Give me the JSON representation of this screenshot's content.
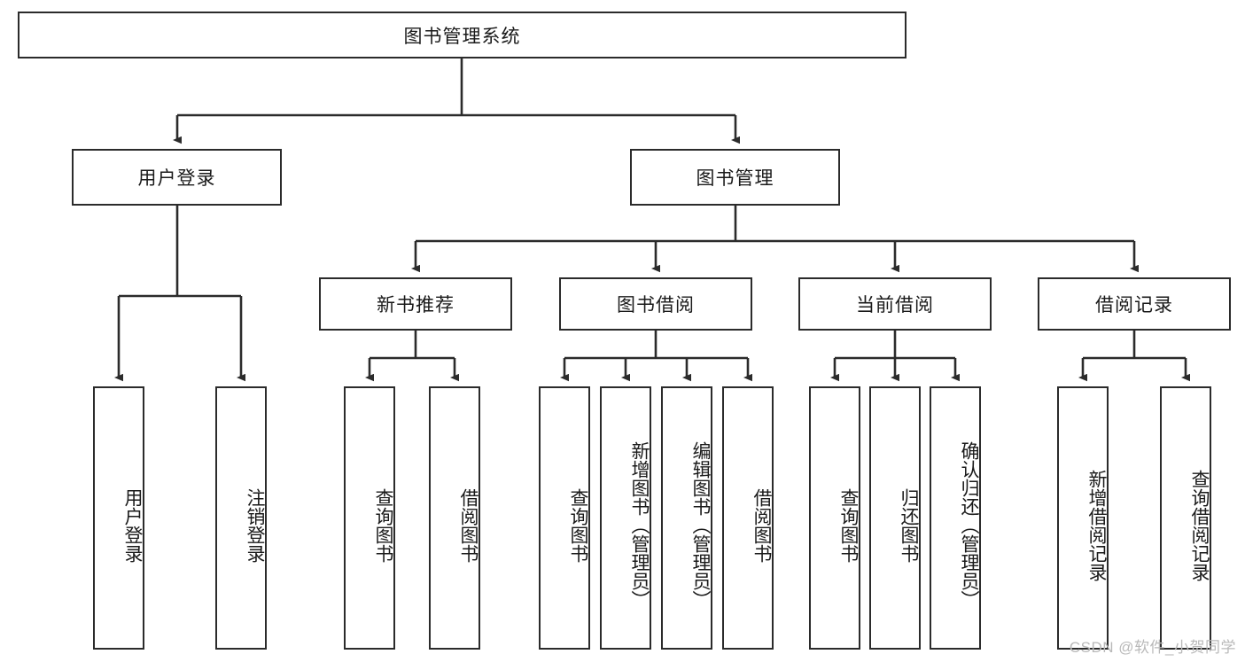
{
  "diagram": {
    "type": "tree-hierarchy",
    "title": "图书管理系统",
    "watermark": "CSDN @软件_小贺同学",
    "colors": {
      "box_border": "#2b2b2b",
      "box_fill": "#ffffff",
      "connector": "#2b2b2b",
      "text": "#1a1a1a",
      "watermark": "#b9b9b9"
    },
    "root": {
      "label": "图书管理系统"
    },
    "level1": [
      {
        "label": "用户登录"
      },
      {
        "label": "图书管理"
      }
    ],
    "level2": [
      {
        "label": "新书推荐"
      },
      {
        "label": "图书借阅"
      },
      {
        "label": "当前借阅"
      },
      {
        "label": "借阅记录"
      }
    ],
    "leaves": {
      "user_login": [
        {
          "label": "用户登录"
        },
        {
          "label": "注销登录"
        }
      ],
      "new_book_recommend": [
        {
          "label": "查询图书"
        },
        {
          "label": "借阅图书"
        }
      ],
      "book_borrow": [
        {
          "label": "查询图书"
        },
        {
          "label": "新增图书（管理员）"
        },
        {
          "label": "编辑图书（管理员）"
        },
        {
          "label": "借阅图书"
        }
      ],
      "current_borrow": [
        {
          "label": "查询图书"
        },
        {
          "label": "归还图书"
        },
        {
          "label": "确认归还（管理员）"
        }
      ],
      "borrow_record": [
        {
          "label": "新增借阅记录"
        },
        {
          "label": "查询借阅记录"
        }
      ]
    }
  }
}
